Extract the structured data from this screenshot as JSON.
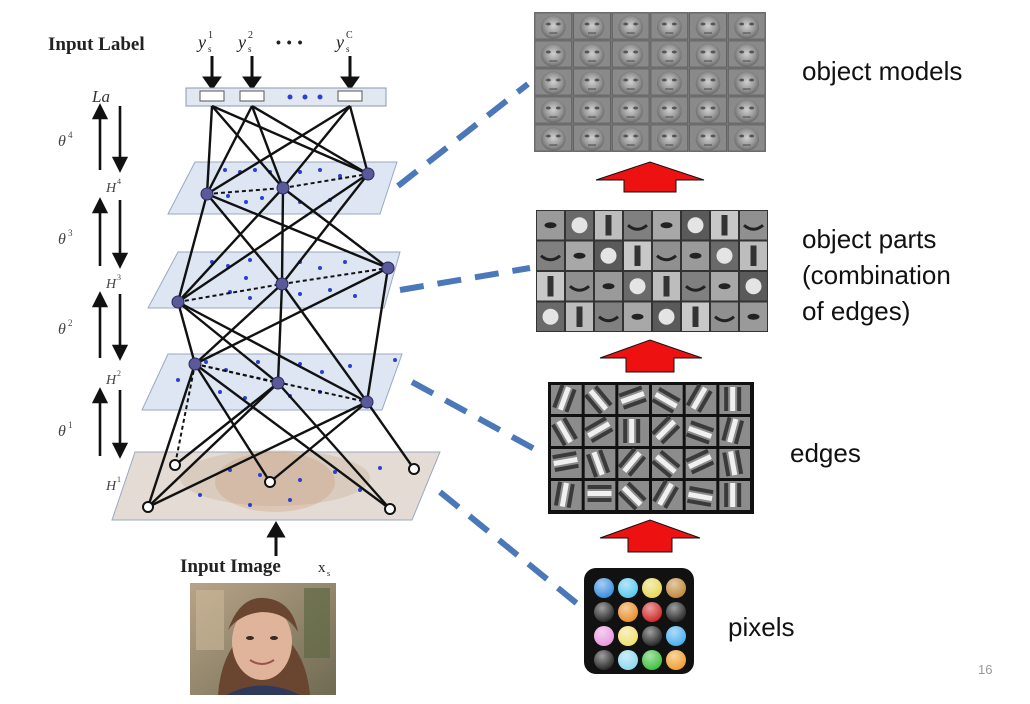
{
  "left": {
    "input_label": "Input Label",
    "y_outputs": [
      {
        "base": "y",
        "sup": "1",
        "sub": "s"
      },
      {
        "base": "y",
        "sup": "2",
        "sub": "s"
      },
      {
        "base": "y",
        "sup": "C",
        "sub": "s"
      }
    ],
    "ellipsis": "• • •",
    "la": "La",
    "theta_labels": [
      {
        "base": "θ",
        "sup": "4"
      },
      {
        "base": "θ",
        "sup": "3"
      },
      {
        "base": "θ",
        "sup": "2"
      },
      {
        "base": "θ",
        "sup": "1"
      }
    ],
    "h_labels": [
      {
        "base": "H",
        "sup": "4"
      },
      {
        "base": "H",
        "sup": "3"
      },
      {
        "base": "H",
        "sup": "2"
      },
      {
        "base": "H",
        "sup": "1"
      }
    ],
    "input_image": "Input Image",
    "input_image_var": {
      "base": "x",
      "sub": "s"
    }
  },
  "right": {
    "labels": {
      "object_models": "object models",
      "object_parts_1": "object parts",
      "object_parts_2": "(combination",
      "object_parts_3": "of edges)",
      "edges": "edges",
      "pixels": "pixels"
    },
    "pixel_colors": [
      "#3a8fe0",
      "#5cc8f0",
      "#e8d85a",
      "#c08a3c",
      "#2a2a2a",
      "#e8902a",
      "#d02a2a",
      "#2a2a2a",
      "#e898e0",
      "#f0e070",
      "#2a2a2a",
      "#4ab0f0",
      "#2a2a2a",
      "#90d8f0",
      "#40c040",
      "#f0a030"
    ]
  },
  "colors": {
    "arrow_red": "#ee1111",
    "dash_blue": "#4a78b8",
    "node_fill": "#5a5a9a",
    "plane_fill": "#dde6f2"
  },
  "slide_number": "16"
}
